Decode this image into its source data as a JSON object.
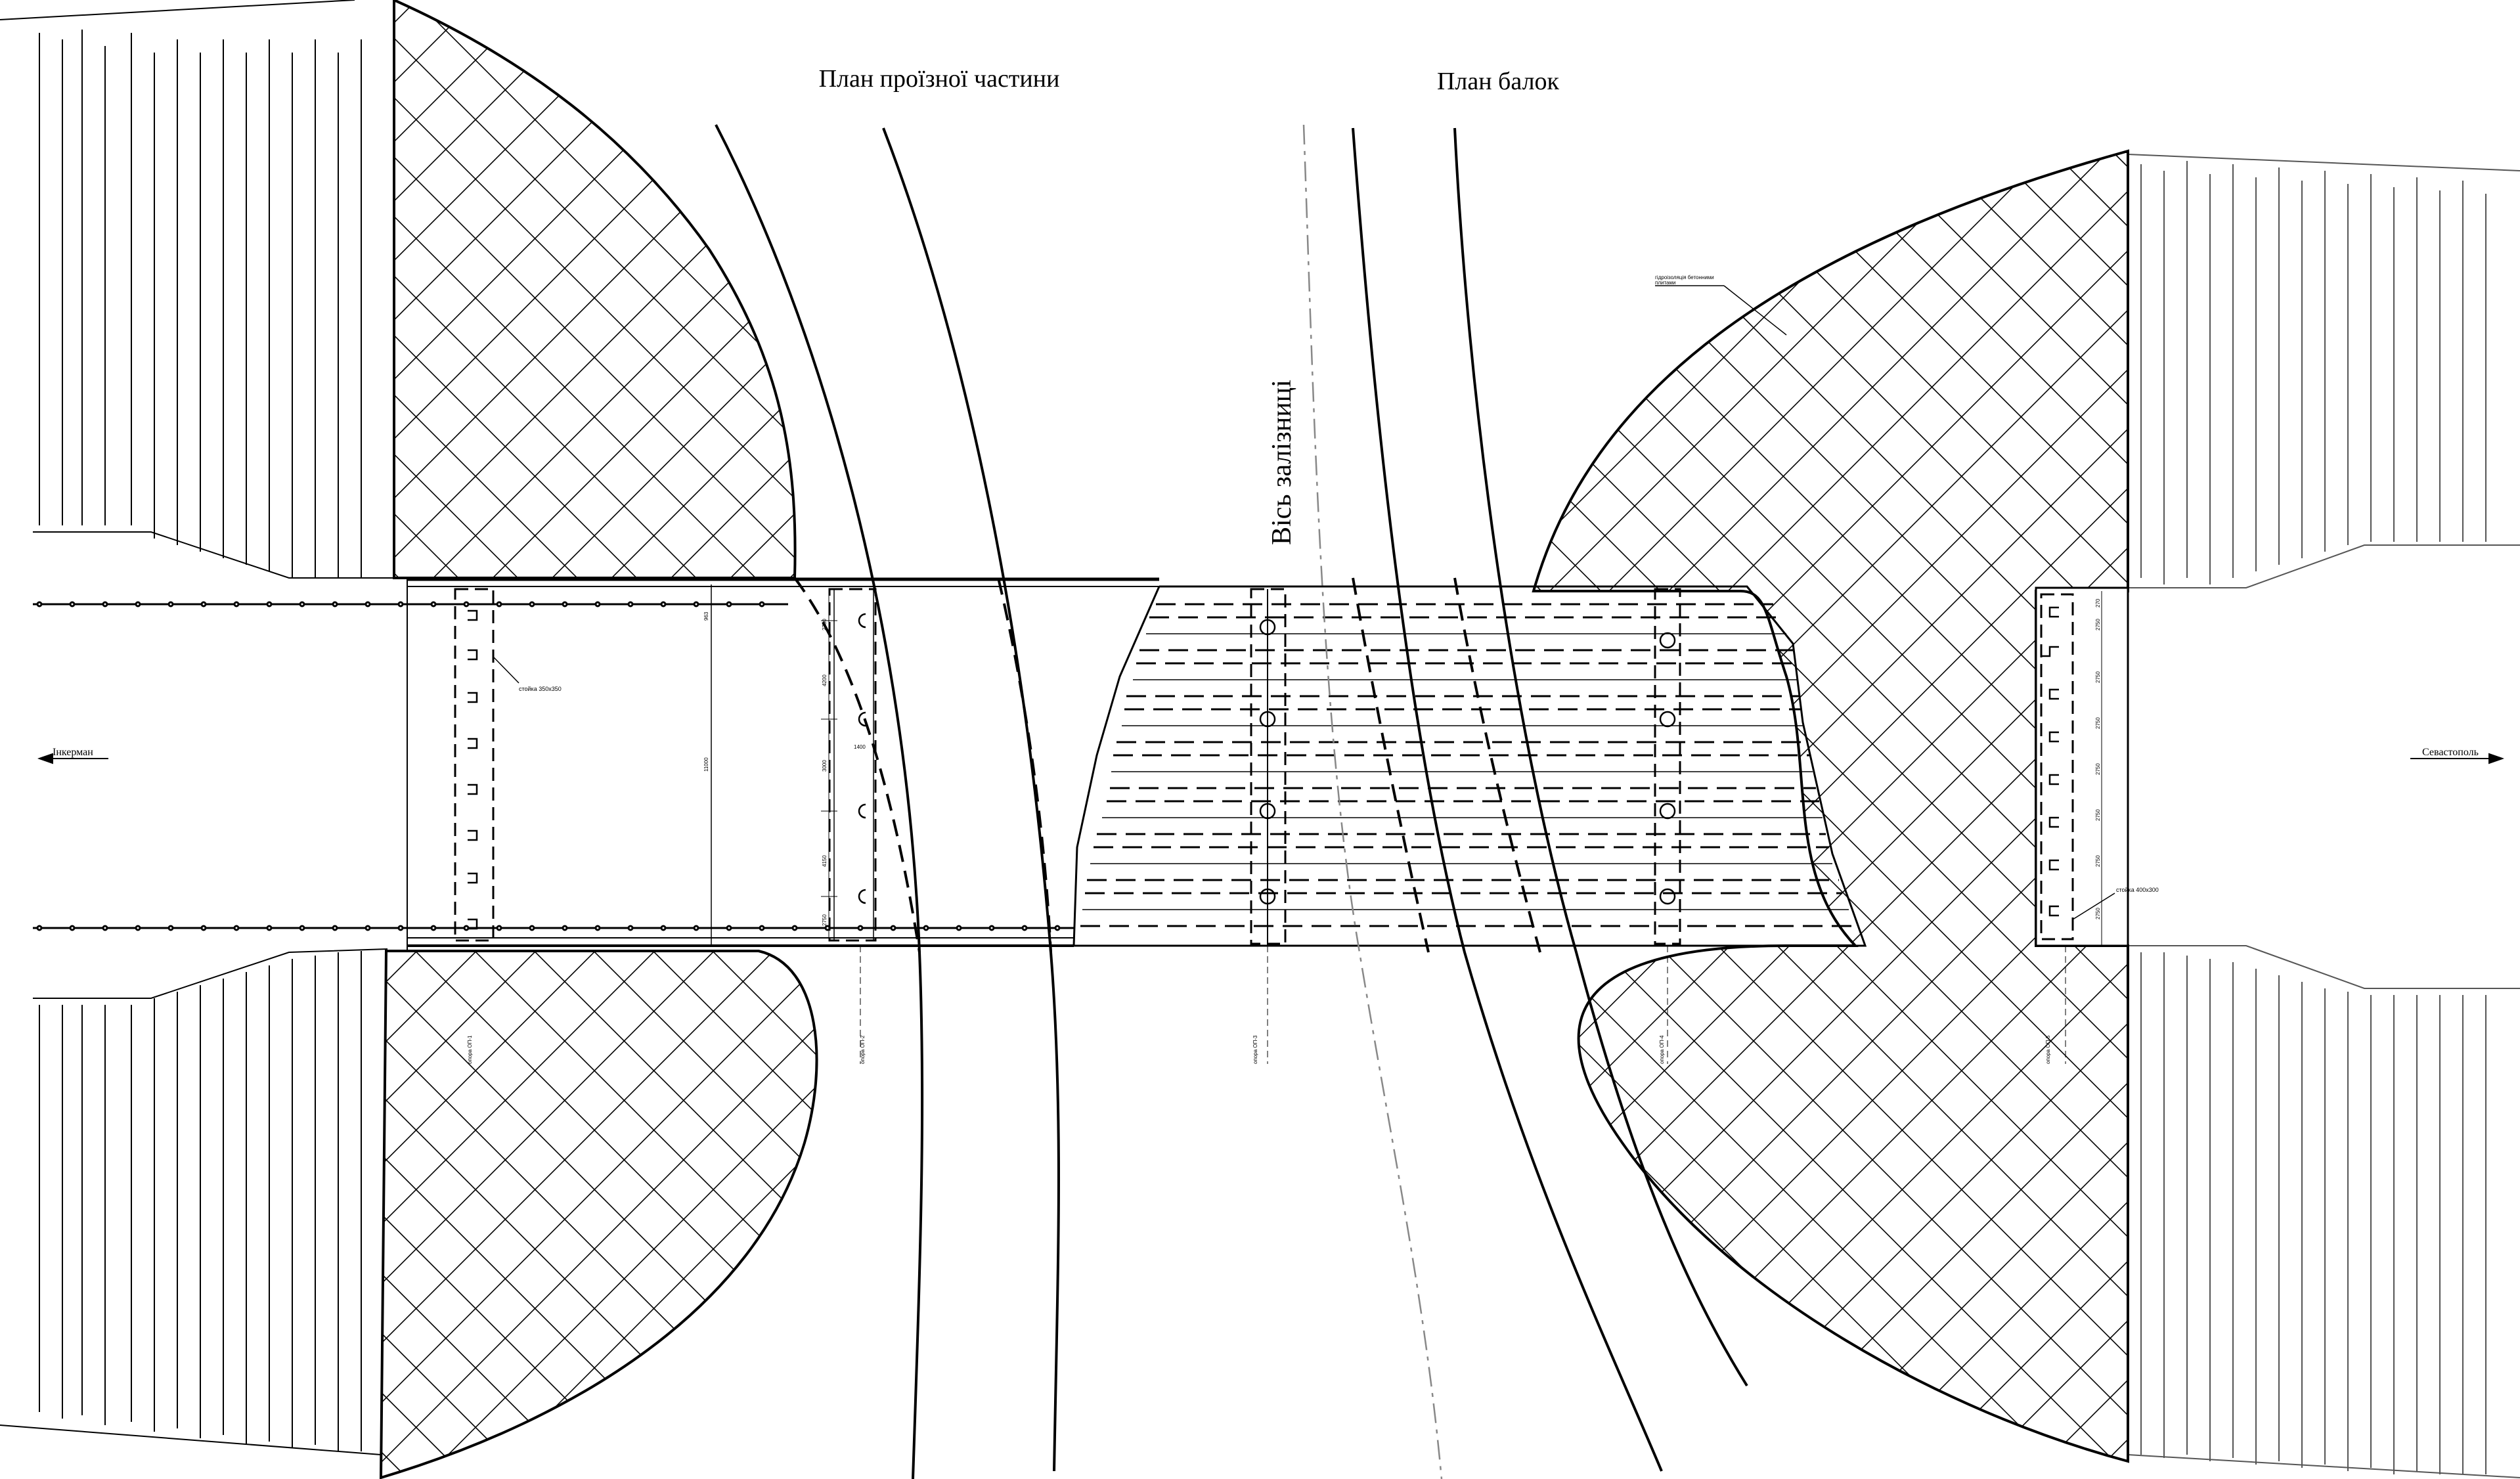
{
  "titles": {
    "roadway_plan": "План проїзної частини",
    "beam_plan": "План балок",
    "railway_axis": "Вісь залізниці"
  },
  "directions": {
    "left": "Інкерман",
    "right": "Севастополь"
  },
  "annotations": {
    "column_left": "стойка 350х350",
    "column_right": "стойка 400х300",
    "concrete_note_line1": "гідроізоляція бетонними",
    "concrete_note_line2": "плитами",
    "dim_total": "11000",
    "dim_left_a": "2750",
    "dim_left_b": "4200",
    "dim_left_c": "3000",
    "dim_left_d": "4150",
    "dim_left_e": "2750",
    "dim_small": "1400",
    "dim_right_1": "2750",
    "dim_right_2": "2750",
    "dim_right_3": "2750",
    "dim_right_4": "2750",
    "dim_right_5": "2750",
    "dim_right_6": "2750",
    "dim_right_7": "2750",
    "dim_top_left": "963",
    "dim_top_right": "270",
    "support_1": "опора ОП-1",
    "support_2": "опора ОП-2",
    "support_3": "опора ОП-3",
    "support_4": "опора ОП-4",
    "support_5": "опора ОП-5"
  },
  "colors": {
    "line": "#000000",
    "hatch": "#000000",
    "axis_dash": "#888888",
    "background": "#ffffff"
  }
}
